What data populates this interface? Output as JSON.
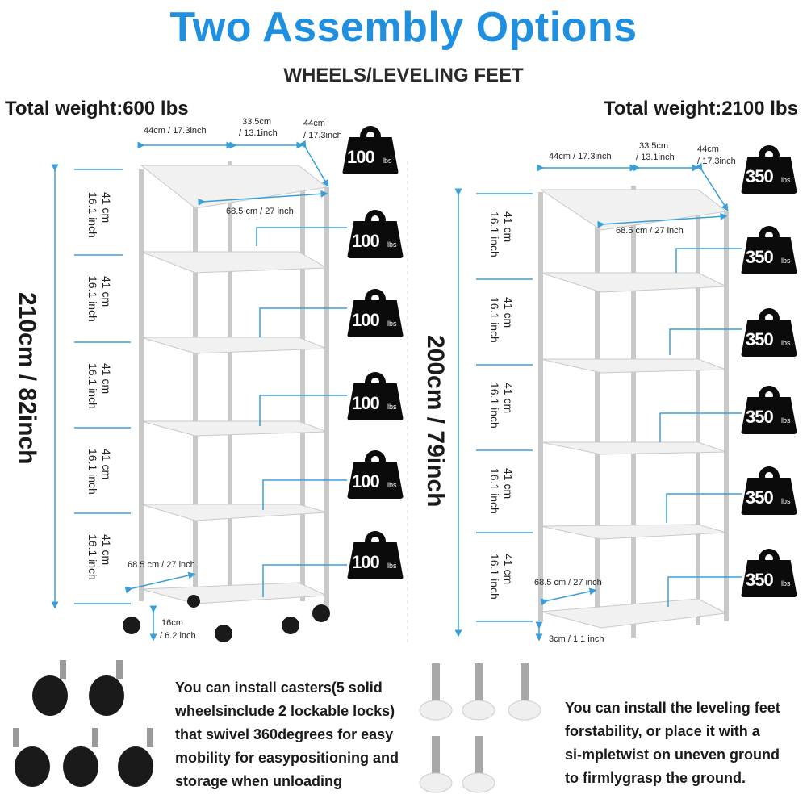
{
  "title": "Two Assembly Options",
  "subtitle": "WHEELS/LEVELING FEET",
  "left": {
    "total_weight": "Total weight:600 lbs",
    "height_label": "210cm / 82inch",
    "dims": {
      "width": "44cm / 17.3inch",
      "mid_cm": "33.5cm",
      "mid_in": "/ 13.1inch",
      "side_cm": "44cm",
      "side_in": "/ 17.3inch",
      "diagonal_top": "68.5 cm / 27 inch",
      "diagonal_bottom": "68.5 cm / 27 inch",
      "clearance_cm": "16cm",
      "clearance_in": "/ 6.2 inch"
    },
    "segments": [
      {
        "cm": "41 cm",
        "inch": "16.1 inch"
      },
      {
        "cm": "41 cm",
        "inch": "16.1 inch"
      },
      {
        "cm": "41 cm",
        "inch": "16.1 inch"
      },
      {
        "cm": "41 cm",
        "inch": "16.1 inch"
      },
      {
        "cm": "41 cm",
        "inch": "16.1 inch"
      }
    ],
    "weights": [
      "100",
      "100",
      "100",
      "100",
      "100",
      "100"
    ],
    "weight_unit": "lbs",
    "description": [
      "You can install casters(5 solid",
      "wheelsinclude 2 lockable locks)",
      "that swivel 360degrees for easy",
      "mobility for easypositioning and",
      "storage when unloading"
    ]
  },
  "right": {
    "total_weight": "Total weight:2100 lbs",
    "height_label": "200cm / 79inch",
    "dims": {
      "width": "44cm / 17.3inch",
      "mid_cm": "33.5cm",
      "mid_in": "/ 13.1inch",
      "side_cm": "44cm",
      "side_in": "/ 17.3inch",
      "diagonal_top": "68.5 cm / 27 inch",
      "diagonal_bottom": "68.5 cm / 27 inch",
      "clearance": "3cm / 1.1 inch"
    },
    "segments": [
      {
        "cm": "41 cm",
        "inch": "16.1 inch"
      },
      {
        "cm": "41 cm",
        "inch": "16.1 inch"
      },
      {
        "cm": "41 cm",
        "inch": "16.1 inch"
      },
      {
        "cm": "41 cm",
        "inch": "16.1 inch"
      },
      {
        "cm": "41 cm",
        "inch": "16.1 inch"
      }
    ],
    "weights": [
      "350",
      "350",
      "350",
      "350",
      "350",
      "350"
    ],
    "weight_unit": "lbs",
    "description": [
      "You can install the leveling feet",
      "forstability, or place it with a",
      "si-mpletwist on uneven ground",
      "to firmlygrasp the ground."
    ]
  },
  "colors": {
    "title": "#1f8fe0",
    "dimension_line": "#3a9fd8",
    "weight": "#0b0b0b"
  }
}
